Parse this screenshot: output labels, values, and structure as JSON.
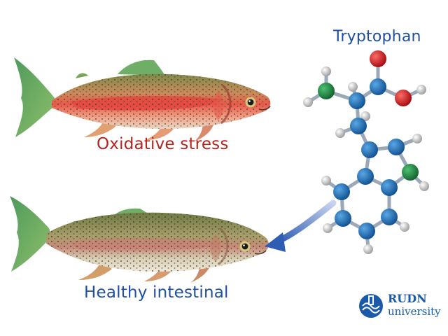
{
  "labels": {
    "top_fish": "Oxidative stress",
    "bottom_fish": "Healthy intestinal",
    "molecule": "Tryptophan"
  },
  "logo": {
    "name": "RUDN",
    "sub": "university"
  },
  "colors": {
    "stress_red": "#b3261e",
    "health_blue": "#1f4fa0",
    "molecule_blue": "#1f4fa0",
    "logo_blue": "#1a5aa8",
    "atom_carbon": "#1e6fb5",
    "atom_oxygen": "#d7191f",
    "atom_nitrogen": "#1e8a3e",
    "atom_hydrogen": "#d4d4d4",
    "arrow_blue": "#2f5db3"
  },
  "icons": {
    "top_fish": "rainbow-trout-icon",
    "bottom_fish": "rainbow-trout-icon",
    "molecule": "tryptophan-molecule-icon",
    "arrow": "curved-arrow-icon",
    "logo": "rudn-logo-icon"
  }
}
